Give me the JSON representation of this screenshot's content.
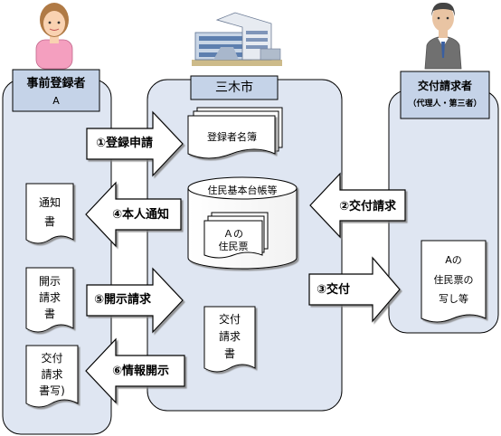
{
  "lanes": {
    "registrant": {
      "title": "事前登録者",
      "sub": "A"
    },
    "city": {
      "title": "三木市"
    },
    "requester": {
      "title": "交付請求者",
      "sub": "（代理人・第三者）"
    }
  },
  "arrows": {
    "a1": "①登録申請",
    "a2": "②交付請求",
    "a3": "③交付",
    "a4": "④本人通知",
    "a5": "⑤開示請求",
    "a6": "⑥情報開示"
  },
  "docs": {
    "registry": "登録者名簿",
    "ledger": "住民基本台帳等",
    "resident_card": [
      "Ａの",
      "住民票"
    ],
    "notice": [
      "通知",
      "書"
    ],
    "disclosure_request": [
      "開示",
      "請求",
      "書"
    ],
    "issuance_request": [
      "交付",
      "請求",
      "書"
    ],
    "issuance_copy": [
      "交付",
      "請求",
      "書写)"
    ],
    "resident_copy": [
      "Aの",
      "住民票の",
      "写し等"
    ]
  },
  "colors": {
    "lane_fill": "#dfe6f2",
    "header_fill": "#c5d3e8",
    "arrow_fill": "#ffffff",
    "stroke": "#000000"
  }
}
